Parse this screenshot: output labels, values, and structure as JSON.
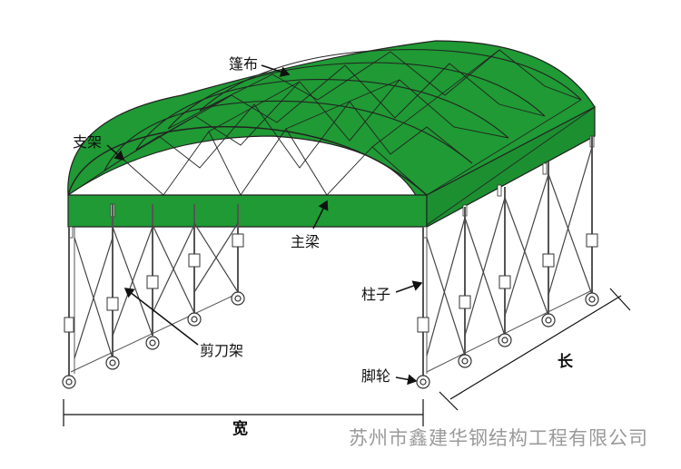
{
  "labels": {
    "canopy": "篷布",
    "brace": "支架",
    "main_beam": "主梁",
    "scissor_frame": "剪刀架",
    "column": "柱子",
    "caster": "脚轮",
    "length": "长",
    "width": "宽"
  },
  "watermark": "苏州市鑫建华钢结构工程有限公司",
  "colors": {
    "canopy_green": "#1f9a34",
    "canopy_dark": "#17802a",
    "frame_line": "#2a2a2a",
    "post": "#555555",
    "watermark": "#9a9a9a"
  }
}
